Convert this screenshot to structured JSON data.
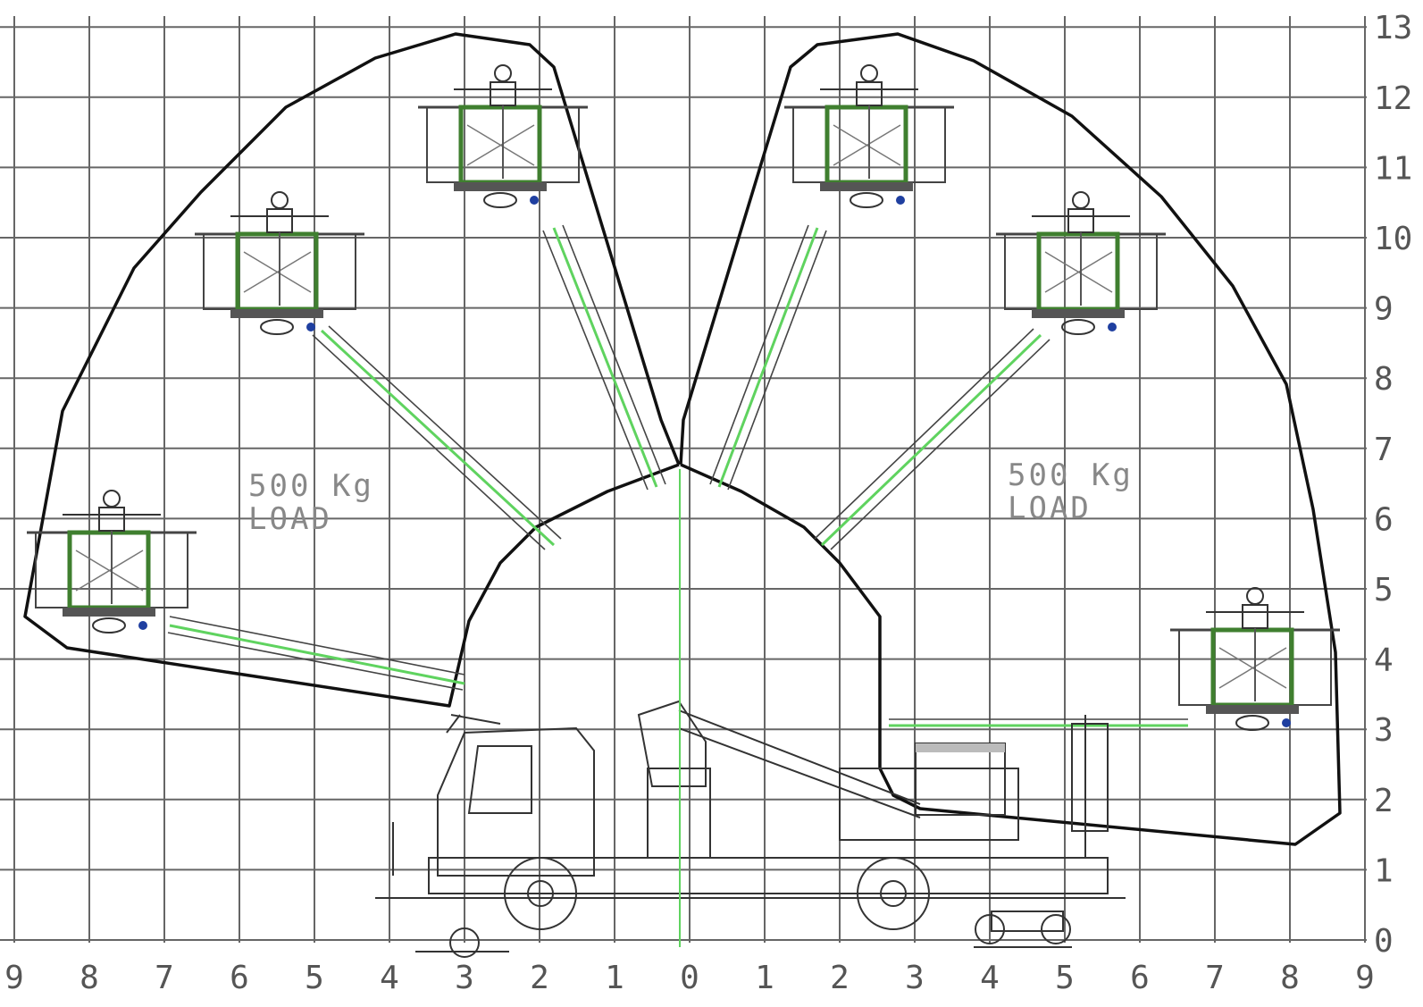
{
  "diagram": {
    "x_axis_ticks": [
      "9",
      "8",
      "7",
      "6",
      "5",
      "4",
      "3",
      "2",
      "1",
      "0",
      "1",
      "2",
      "3",
      "4",
      "5",
      "6",
      "7",
      "8",
      "9"
    ],
    "y_axis_ticks": [
      "0",
      "1",
      "2",
      "3",
      "4",
      "5",
      "6",
      "7",
      "8",
      "9",
      "10",
      "11",
      "12",
      "13"
    ],
    "load_labels": [
      {
        "line1": "500 Kg",
        "line2": "LOAD"
      },
      {
        "line1": "500 Kg",
        "line2": "LOAD"
      }
    ],
    "colors": {
      "grid": "#666666",
      "envelope": "#111111",
      "boom_green": "#5fd35f",
      "platform_green": "#3f7f2f",
      "joint_blue": "#1f3fa0",
      "label_gray": "#888888"
    }
  }
}
